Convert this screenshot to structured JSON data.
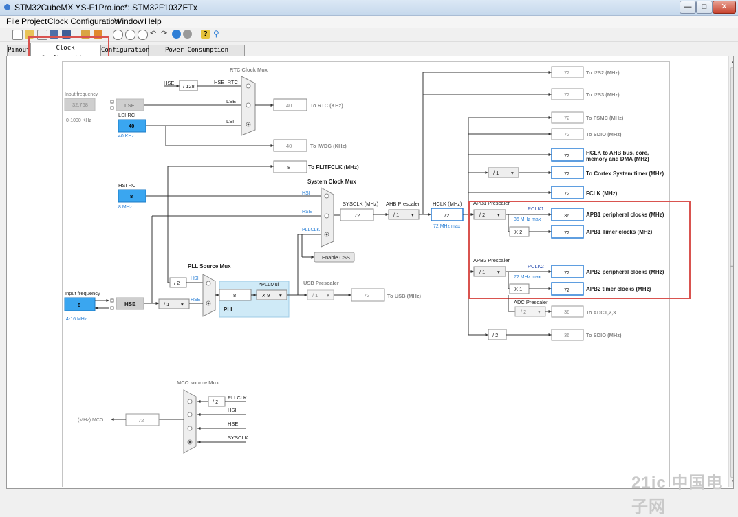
{
  "window": {
    "title": "STM32CubeMX YS-F1Pro.ioc*: STM32F103ZETx",
    "minimize": "—",
    "maximize": "□",
    "close": "✕"
  },
  "menu": [
    "File",
    "Project",
    "Clock Configuration",
    "Window",
    "Help"
  ],
  "tabs": [
    "Pinout",
    "Clock Configuration",
    "Configuration",
    "Power Consumption Calculator"
  ],
  "active_tab": "Clock Configuration",
  "watermark": "21ic 中国电子网",
  "colors": {
    "accent_blue": "#3aa6f0",
    "highlight_red": "#d9534f",
    "pll_panel": "#cfeaf7"
  },
  "diagram": {
    "rtc_mux_label": "RTC Clock Mux",
    "hse_div128_label": "HSE",
    "div128": "/ 128",
    "hse_rtc": "HSE_RTC",
    "lse_line": "LSE",
    "lsi_line": "LSI",
    "to_rtc_value": "40",
    "to_rtc_label": "To RTC (KHz)",
    "to_iwdg_value": "40",
    "to_iwdg_label": "To IWDG (KHz)",
    "lse_input_title": "Input frequency",
    "lse_input_value": "32.768",
    "lse_range": "0-1000 KHz",
    "lse_box": "LSE",
    "lsi_rc_label": "LSI RC",
    "lsi_value": "40",
    "lsi_freq": "40 KHz",
    "flitf_value": "8",
    "flitf_label": "To FLITFCLK (MHz)",
    "hsi_rc_label": "HSI RC",
    "hsi_value": "8",
    "hsi_freq": "8 MHz",
    "sysclk_mux_label": "System Clock Mux",
    "mux_hsi": "HSI",
    "mux_hse": "HSE",
    "mux_pllclk": "PLLCLK",
    "sysclk_label": "SYSCLK (MHz)",
    "sysclk_value": "72",
    "ahb_label": "AHB Prescaler",
    "ahb_value": "/ 1",
    "hclk_label": "HCLK (MHz)",
    "hclk_value": "72",
    "hclk_max": "72 MHz max",
    "enable_css": "Enable CSS",
    "pll_source_label": "PLL Source Mux",
    "pll_hsi": "HSI",
    "pll_hse": "HSE",
    "pll_div2": "/ 2",
    "pll_in_value": "8",
    "pllmul_label": "*PLLMul",
    "pllmul_value": "X 9",
    "pll_label": "PLL",
    "usb_prescaler_label": "USB Prescaler",
    "usb_prescaler_value": "/ 1",
    "usb_value": "72",
    "usb_label": "To USB (MHz)",
    "hse_input_title": "Input frequency",
    "hse_input_value": "8",
    "hse_range": "4-16 MHz",
    "hse_box": "HSE",
    "hse_prediv": "/ 1",
    "i2s2_value": "72",
    "i2s2_label": "To I2S2 (MHz)",
    "i2s3_value": "72",
    "i2s3_label": "To I2S3 (MHz)",
    "fsmc_value": "72",
    "fsmc_label": "To FSMC (MHz)",
    "sdio_value": "72",
    "sdio_label": "To SDIO (MHz)",
    "hclk_ahb_value": "72",
    "hclk_ahb_label_1": "HCLK to AHB bus, core,",
    "hclk_ahb_label_2": "memory and DMA (MHz)",
    "cortex_div": "/ 1",
    "cortex_value": "72",
    "cortex_label": "To Cortex System timer (MHz)",
    "fclk_value": "72",
    "fclk_label": "FCLK (MHz)",
    "apb1_prescaler_label": "APB1 Prescaler",
    "apb1_prescaler_value": "/ 2",
    "pclk1_label": "PCLK1",
    "pclk1_max": "36 MHz max",
    "apb1_periph_value": "36",
    "apb1_periph_label": "APB1 peripheral clocks (MHz)",
    "apb1_timer_mul": "X 2",
    "apb1_timer_value": "72",
    "apb1_timer_label": "APB1 Timer clocks (MHz)",
    "apb2_prescaler_label": "APB2 Prescaler",
    "apb2_prescaler_value": "/ 1",
    "pclk2_label": "PCLK2",
    "pclk2_max": "72 MHz max",
    "apb2_periph_value": "72",
    "apb2_periph_label": "APB2 peripheral clocks (MHz)",
    "apb2_timer_mul": "X 1",
    "apb2_timer_value": "72",
    "apb2_timer_label": "APB2 timer clocks (MHz)",
    "adc_prescaler_label": "ADC Prescaler",
    "adc_prescaler_value": "/ 2",
    "adc_value": "36",
    "adc_label": "To ADC1,2,3",
    "sdio2_div": "/ 2",
    "sdio2_value": "36",
    "sdio2_label": "To SDIO (MHz)",
    "mco_mux_label": "MCO source Mux",
    "mco_div2": "/ 2",
    "mco_pllclk": "PLLCLK",
    "mco_hsi": "HSI",
    "mco_hse": "HSE",
    "mco_sysclk": "SYSCLK",
    "mco_label": "(MHz) MCO",
    "mco_value": "72"
  }
}
